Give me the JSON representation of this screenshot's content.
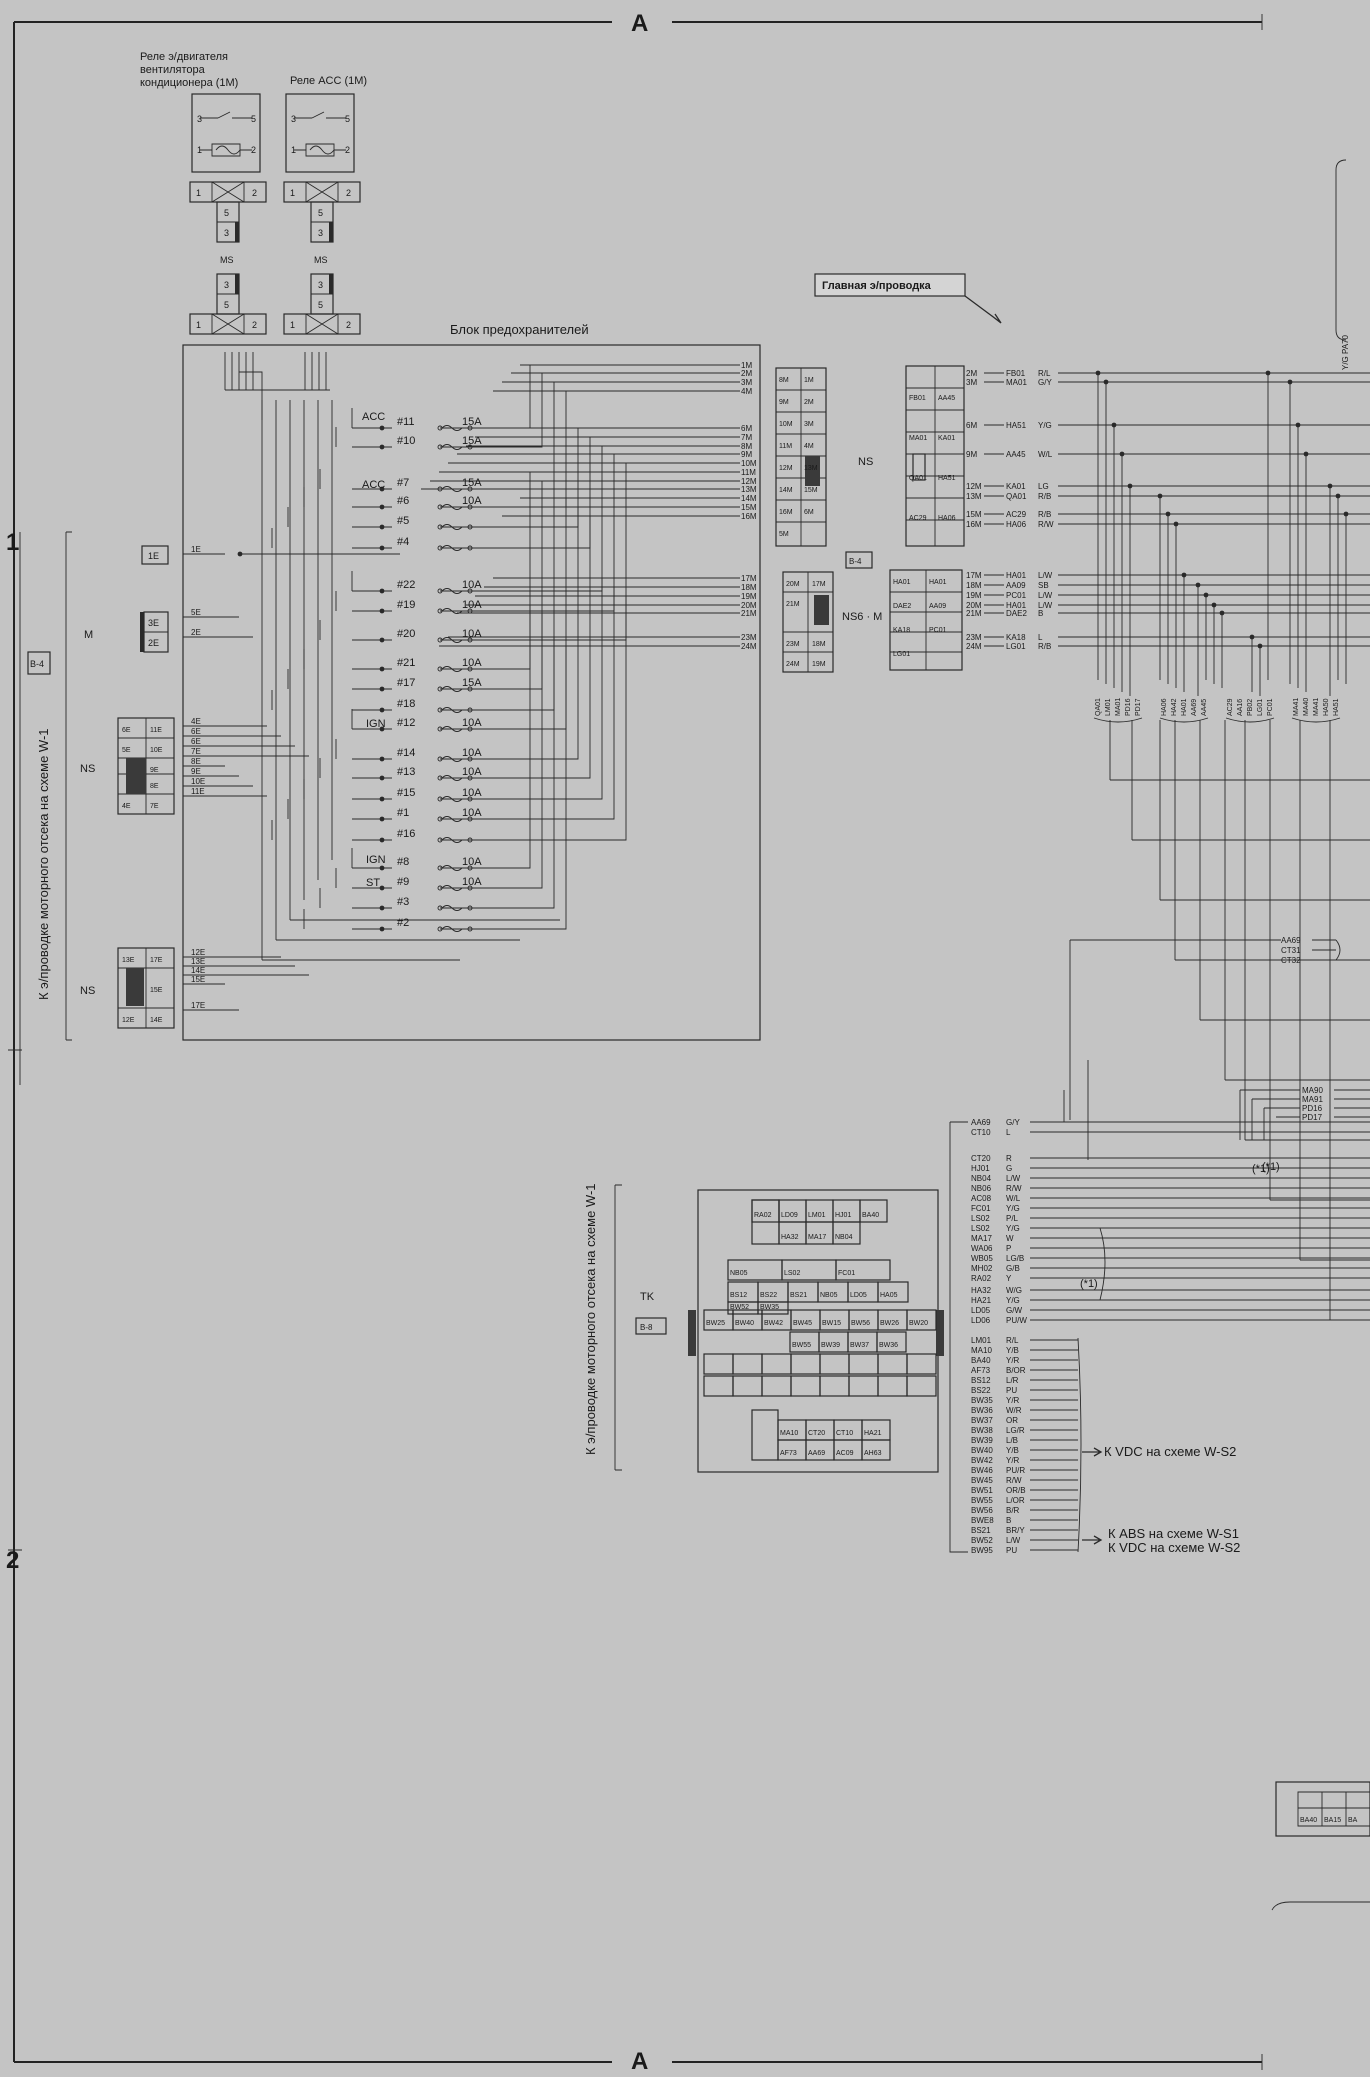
{
  "frame": {
    "top_mark": "A",
    "bottom_mark": "A",
    "row_marks": [
      "1",
      "2"
    ]
  },
  "relays": [
    {
      "title_lines": [
        "Реле э/двигателя",
        "вентилятора",
        "кондиционера (1M)"
      ],
      "connector": "MS"
    },
    {
      "title_lines": [
        "Реле ACC (1M)"
      ],
      "connector": "MS"
    }
  ],
  "relay_pins": [
    "1",
    "2",
    "3",
    "5"
  ],
  "fuse_block": {
    "title": "Блок предохранителей",
    "left_terminals": [
      "1E",
      "5E",
      "2E",
      "4E",
      "6E",
      "6E",
      "7E",
      "8E",
      "9E",
      "10E",
      "11E",
      "12E",
      "13E",
      "14E",
      "15E",
      "17E"
    ],
    "right_terminals": [
      "1M",
      "2M",
      "3M",
      "4M",
      "6M",
      "7M",
      "8M",
      "9M",
      "10M",
      "11M",
      "12M",
      "13M",
      "14M",
      "15M",
      "16M",
      "17M",
      "18M",
      "19M",
      "20M",
      "21M",
      "23M",
      "24M"
    ],
    "group_labels": [
      "ACC",
      "ACC",
      "IGN",
      "IGN",
      "ST"
    ],
    "fuses": [
      {
        "id": "#11",
        "amp": "15A"
      },
      {
        "id": "#10",
        "amp": "15A"
      },
      {
        "id": "#7",
        "amp": "15A"
      },
      {
        "id": "#6",
        "amp": "10A"
      },
      {
        "id": "#5",
        "amp": ""
      },
      {
        "id": "#4",
        "amp": ""
      },
      {
        "id": "#22",
        "amp": "10A"
      },
      {
        "id": "#19",
        "amp": "10A"
      },
      {
        "id": "#20",
        "amp": "10A"
      },
      {
        "id": "#21",
        "amp": "10A"
      },
      {
        "id": "#17",
        "amp": "15A"
      },
      {
        "id": "#18",
        "amp": ""
      },
      {
        "id": "#12",
        "amp": "10A"
      },
      {
        "id": "#14",
        "amp": "10A"
      },
      {
        "id": "#13",
        "amp": "10A"
      },
      {
        "id": "#15",
        "amp": "10A"
      },
      {
        "id": "#1",
        "amp": "10A"
      },
      {
        "id": "#16",
        "amp": ""
      },
      {
        "id": "#8",
        "amp": "10A"
      },
      {
        "id": "#9",
        "amp": "10A"
      },
      {
        "id": "#3",
        "amp": ""
      },
      {
        "id": "#2",
        "amp": ""
      }
    ]
  },
  "left_connectors": {
    "m_label": "M",
    "m_pins": [
      "3E",
      "2E"
    ],
    "ns_label_1": "NS",
    "ns1_pins": [
      "6E",
      "11E",
      "5E",
      "10E",
      "9E",
      "8E",
      "4E",
      "7E"
    ],
    "ns_label_2": "NS",
    "ns2_pins": [
      "13E",
      "17E",
      "15E",
      "12E",
      "14E"
    ],
    "ref_tag": "B-4",
    "side_text": "К э/проводке моторного отсека на схеме W-1"
  },
  "main_harness": {
    "callout": "Главная э/проводка",
    "ns_label": "NS",
    "ns6m_label": "NS6 · M",
    "ref_tag": "B-4",
    "ns_pins": [
      "8M",
      "1M",
      "9M",
      "2M",
      "10M",
      "3M",
      "11M",
      "4M",
      "12M",
      "13M",
      "14M",
      "15M",
      "16M",
      "6M",
      "5M"
    ],
    "ns6m_pins": [
      "20M",
      "17M",
      "21M",
      "23M",
      "18M",
      "24M",
      "19M"
    ],
    "codes_top": [
      "FB01",
      "AA45",
      "MA01",
      "KA01",
      "QA01",
      "HA51",
      "AC29",
      "HA06"
    ],
    "codes_bottom": [
      "HA01",
      "HA01",
      "DAE2",
      "AA09",
      "KA18",
      "PC01",
      "LG01"
    ],
    "wires": [
      {
        "pin": "2M",
        "code": "FB01",
        "color": "R/L"
      },
      {
        "pin": "3M",
        "code": "MA01",
        "color": "G/Y"
      },
      {
        "pin": "6M",
        "code": "HA51",
        "color": "Y/G"
      },
      {
        "pin": "9M",
        "code": "AA45",
        "color": "W/L"
      },
      {
        "pin": "12M",
        "code": "KA01",
        "color": "LG"
      },
      {
        "pin": "13M",
        "code": "QA01",
        "color": "R/B"
      },
      {
        "pin": "15M",
        "code": "AC29",
        "color": "R/B"
      },
      {
        "pin": "16M",
        "code": "HA06",
        "color": "R/W"
      },
      {
        "pin": "17M",
        "code": "HA01",
        "color": "L/W"
      },
      {
        "pin": "18M",
        "code": "AA09",
        "color": "SB"
      },
      {
        "pin": "19M",
        "code": "PC01",
        "color": "L/W"
      },
      {
        "pin": "20M",
        "code": "HA01",
        "color": "L/W"
      },
      {
        "pin": "21M",
        "code": "DAE2",
        "color": "B"
      },
      {
        "pin": "23M",
        "code": "KA18",
        "color": "L"
      },
      {
        "pin": "24M",
        "code": "LG01",
        "color": "R/B"
      }
    ],
    "vertical_codes": [
      "QA01",
      "LM01",
      "MA01",
      "PD16",
      "PD17",
      "HA06",
      "HA42",
      "HA01",
      "AA69",
      "AA45",
      "AC29",
      "AA16",
      "PB02",
      "LG01",
      "PC01",
      "MA41",
      "MA40",
      "MA41",
      "HA50",
      "HA51"
    ],
    "right_edge_label": "Y/G PA70"
  },
  "mid_right": {
    "codes": [
      "AA69",
      "CT31",
      "CT32"
    ],
    "codes2": [
      "MA90",
      "MA91",
      "PD16",
      "PD17"
    ],
    "note": "(*1)"
  },
  "tk_connector": {
    "label": "TK",
    "ref_tag": "B-8",
    "side_text": "К э/проводке моторного отсека на схеме W-1",
    "row1": [
      "RA02",
      "LD09",
      "LM01",
      "HJ01",
      "BA40"
    ],
    "row2": [
      "HA32",
      "MA17",
      "NB04"
    ],
    "row3": [
      "NB05",
      "LS02",
      "FC01"
    ],
    "row4": [
      "BS12",
      "BS22",
      "BS21",
      "NB05",
      "LD05",
      "HA05"
    ],
    "row4b": [
      "BW52",
      "BW35"
    ],
    "row5": [
      "BW25",
      "BW40",
      "BW42",
      "BW45",
      "BW15",
      "BW56",
      "BW26",
      "BW20"
    ],
    "row6": [
      "BW55",
      "BW39",
      "BW37",
      "BW36"
    ],
    "row7": [
      "MA10",
      "CT20",
      "CT10",
      "HA21"
    ],
    "row8": [
      "AF73",
      "AA69",
      "AC09",
      "AH63"
    ]
  },
  "wire_list": [
    {
      "code": "AA69",
      "color": "G/Y"
    },
    {
      "code": "CT10",
      "color": "L"
    },
    {
      "code": "CT20",
      "color": "R"
    },
    {
      "code": "HJ01",
      "color": "G"
    },
    {
      "code": "NB04",
      "color": "L/W"
    },
    {
      "code": "NB06",
      "color": "R/W"
    },
    {
      "code": "AC08",
      "color": "W/L"
    },
    {
      "code": "FC01",
      "color": "Y/G"
    },
    {
      "code": "LS02",
      "color": "P/L"
    },
    {
      "code": "LS02",
      "color": "Y/G"
    },
    {
      "code": "MA17",
      "color": "W"
    },
    {
      "code": "WA06",
      "color": "P"
    },
    {
      "code": "WB05",
      "color": "LG/B"
    },
    {
      "code": "MH02",
      "color": "G/B"
    },
    {
      "code": "RA02",
      "color": "Y"
    },
    {
      "code": "HA32",
      "color": "W/G"
    },
    {
      "code": "HA21",
      "color": "Y/G"
    },
    {
      "code": "LD05",
      "color": "G/W"
    },
    {
      "code": "LD06",
      "color": "PU/W"
    },
    {
      "code": "LM01",
      "color": "R/L"
    },
    {
      "code": "MA10",
      "color": "Y/B"
    },
    {
      "code": "BA40",
      "color": "Y/R"
    },
    {
      "code": "AF73",
      "color": "B/OR"
    },
    {
      "code": "BS12",
      "color": "L/R"
    },
    {
      "code": "BS22",
      "color": "PU"
    },
    {
      "code": "BW35",
      "color": "Y/R"
    },
    {
      "code": "BW36",
      "color": "W/R"
    },
    {
      "code": "BW37",
      "color": "OR"
    },
    {
      "code": "BW38",
      "color": "LG/R"
    },
    {
      "code": "BW39",
      "color": "L/B"
    },
    {
      "code": "BW40",
      "color": "Y/B"
    },
    {
      "code": "BW42",
      "color": "Y/R"
    },
    {
      "code": "BW46",
      "color": "PU/R"
    },
    {
      "code": "BW45",
      "color": "R/W"
    },
    {
      "code": "BW51",
      "color": "OR/B"
    },
    {
      "code": "BW55",
      "color": "L/OR"
    },
    {
      "code": "BW56",
      "color": "B/R"
    },
    {
      "code": "BWE8",
      "color": "B"
    },
    {
      "code": "BS21",
      "color": "BR/Y"
    },
    {
      "code": "BW52",
      "color": "L/W"
    },
    {
      "code": "BW95",
      "color": "PU"
    }
  ],
  "wire_notes": {
    "note1": "(*1)",
    "vdc": "К VDC на схеме W-S2",
    "abs": "К ABS на схеме W-S1",
    "vdc2": "К VDC на схеме W-S2"
  },
  "bottom_right_connector": [
    "BA40",
    "BA15",
    "BA"
  ]
}
